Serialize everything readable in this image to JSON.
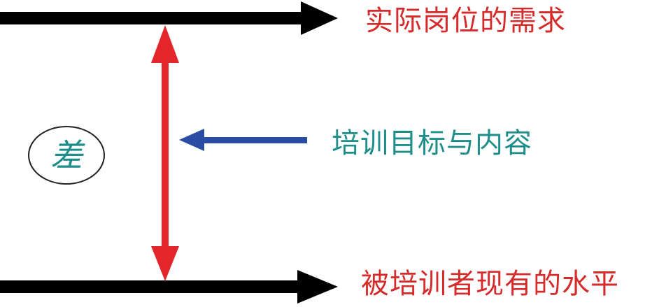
{
  "labels": {
    "top": "实际岗位的需求",
    "middle": "培训目标与内容",
    "bottom": "被培训者现有的水平",
    "gap": "差"
  },
  "colors": {
    "black_arrows": "#000000",
    "red_arrow": "#e3262b",
    "blue_arrow": "#2a4da3",
    "red_text": "#d52b2b",
    "teal_text": "#1f8e8a"
  },
  "icons": {
    "top": "right-arrow-icon",
    "bottom": "right-arrow-icon",
    "vertical": "double-headed-arrow-icon",
    "pointer": "left-arrow-icon"
  }
}
